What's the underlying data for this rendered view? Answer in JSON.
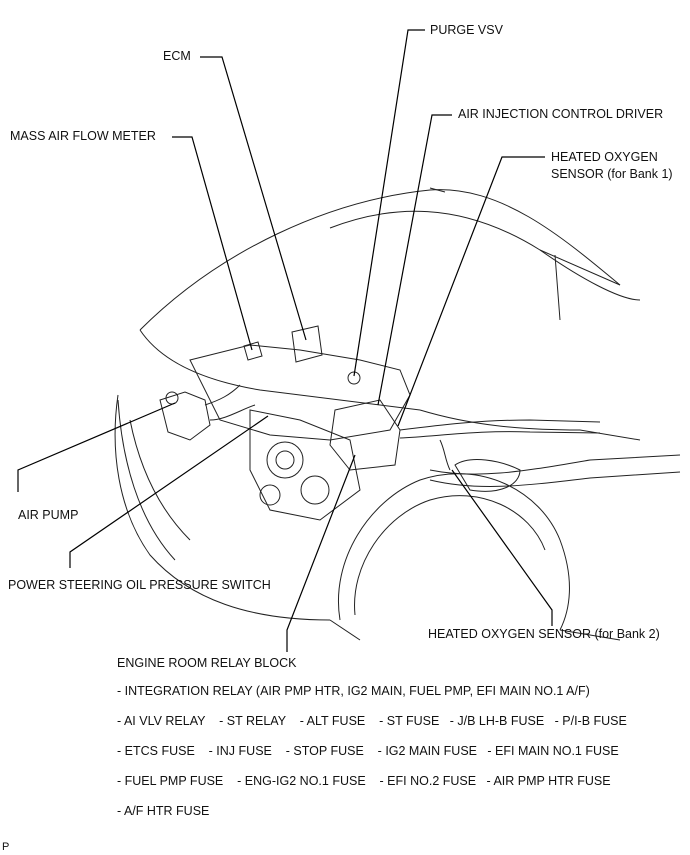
{
  "labels": {
    "purge_vsv": "PURGE VSV",
    "ecm": "ECM",
    "air_injection_control_driver": "AIR INJECTION CONTROL DRIVER",
    "mass_air_flow_meter": "MASS AIR FLOW METER",
    "heated_oxygen_sensor_bank1_line1": "HEATED OXYGEN",
    "heated_oxygen_sensor_bank1_line2": "SENSOR (for Bank 1)",
    "air_pump": "AIR PUMP",
    "power_steering_oil_pressure_switch": "POWER STEERING OIL PRESSURE SWITCH",
    "heated_oxygen_sensor_bank2": "HEATED OXYGEN SENSOR (for Bank 2)"
  },
  "relay_block": {
    "title": "ENGINE ROOM RELAY BLOCK",
    "lines": [
      "- INTEGRATION RELAY (AIR PMP HTR, IG2 MAIN, FUEL PMP, EFI MAIN NO.1 A/F)",
      "- AI VLV RELAY    - ST RELAY    - ALT FUSE    - ST FUSE   - J/B LH-B FUSE   - P/I-B FUSE",
      "- ETCS FUSE    - INJ FUSE    - STOP FUSE    - IG2 MAIN FUSE   - EFI MAIN NO.1 FUSE",
      "- FUEL PMP FUSE    - ENG-IG2 NO.1 FUSE    - EFI NO.2 FUSE   - AIR PMP HTR FUSE",
      "- A/F HTR FUSE"
    ]
  },
  "footer_code": "P"
}
